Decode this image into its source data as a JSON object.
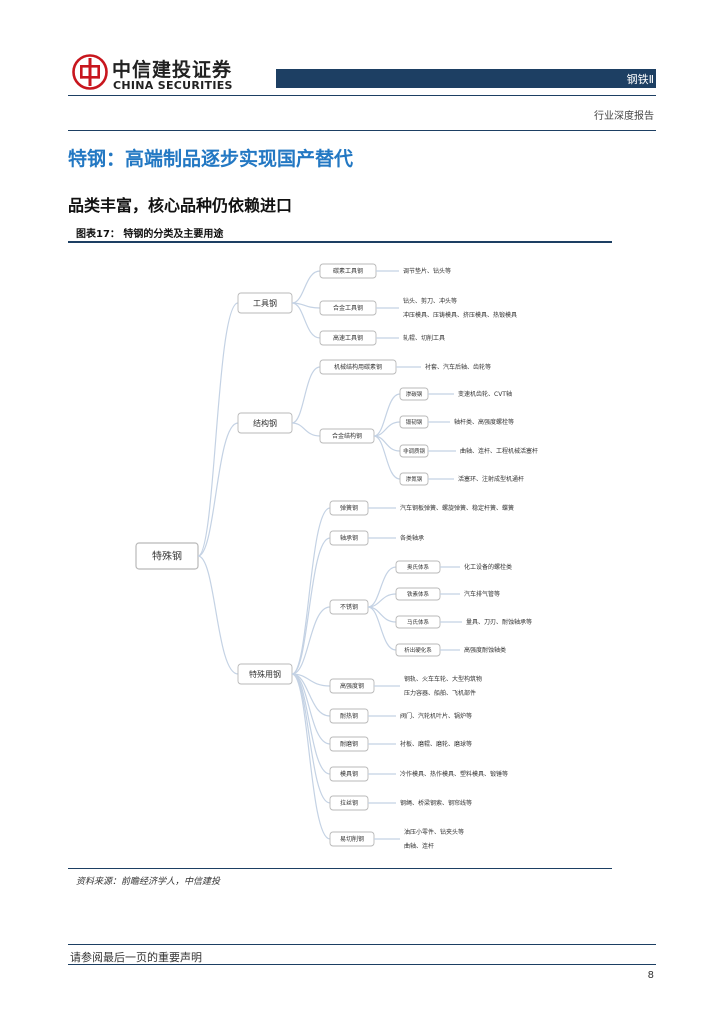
{
  "header": {
    "logo_cn": "中信建投证券",
    "logo_en": "CHINA SECURITIES",
    "section": "钢铁Ⅱ",
    "report_type": "行业深度报告"
  },
  "section_title": "特钢：高端制品逐步实现国产替代",
  "subsection_title": "品类丰富，核心品种仍依赖进口",
  "figure": {
    "label": "图表17：  特钢的分类及主要用途",
    "source": "资料来源：前瞻经济学人，中信建投"
  },
  "mindmap": {
    "root": "特殊钢",
    "groups": [
      {
        "label": "工具钢",
        "children": [
          {
            "label": "碳素工具钢",
            "uses": [
              "调节垫片、钻头等"
            ]
          },
          {
            "label": "合金工具钢",
            "uses": [
              "钻头、剪刀、冲头等",
              "冲压模具、压铸模具、挤压模具、热锻模具"
            ]
          },
          {
            "label": "高速工具钢",
            "uses": [
              "轧辊、切削工具"
            ]
          }
        ]
      },
      {
        "label": "结构钢",
        "children": [
          {
            "label": "机械结构用碳素钢",
            "uses": [
              "衬套、汽车后轴、齿轮等"
            ]
          },
          {
            "label": "合金结构钢",
            "children": [
              {
                "label": "渗碳钢",
                "uses": [
                  "变速机齿轮、CVT轴"
                ]
              },
              {
                "label": "锻韧钢",
                "uses": [
                  "轴杆类、高强度螺栓等"
                ]
              },
              {
                "label": "非调质钢",
                "uses": [
                  "曲轴、连杆、工程机械活塞杆"
                ]
              },
              {
                "label": "渗氮钢",
                "uses": [
                  "活塞环、注射成型机通杆"
                ]
              }
            ]
          }
        ]
      },
      {
        "label": "特殊用钢",
        "children": [
          {
            "label": "弹簧钢",
            "uses": [
              "汽车钢板弹簧、螺旋弹簧、稳定杆簧、蝶簧"
            ]
          },
          {
            "label": "轴承钢",
            "uses": [
              "各类轴承"
            ]
          },
          {
            "label": "不锈钢",
            "children": [
              {
                "label": "奥氏体系",
                "uses": [
                  "化工设备的螺栓类"
                ]
              },
              {
                "label": "铁素体系",
                "uses": [
                  "汽车排气管等"
                ]
              },
              {
                "label": "马氏体系",
                "uses": [
                  "量具、刀刃、耐蚀轴承等"
                ]
              },
              {
                "label": "析出硬化系",
                "uses": [
                  "高强度耐蚀轴类"
                ]
              }
            ]
          },
          {
            "label": "高强度钢",
            "uses": [
              "钢轨、火车车轮、大型构筑物",
              "压力容器、船舶、飞机部件"
            ]
          },
          {
            "label": "耐热钢",
            "uses": [
              "阀门、汽轮机叶片、锅炉等"
            ]
          },
          {
            "label": "耐磨钢",
            "uses": [
              "衬板、磨辊、磨轮、磨球等"
            ]
          },
          {
            "label": "模具钢",
            "uses": [
              "冷作模具、热作模具、塑料模具、锻锤等"
            ]
          },
          {
            "label": "拉丝钢",
            "uses": [
              "钢绳、桥梁钢索、钢帘线等"
            ]
          },
          {
            "label": "易切削钢",
            "uses": [
              "油压小零件、钻夹头等",
              "曲轴、连杆"
            ]
          }
        ]
      }
    ]
  },
  "footer": {
    "disclaimer": "请参阅最后一页的重要声明",
    "page_number": "8"
  },
  "colors": {
    "navy": "#1d3f63",
    "title_blue": "#2378c3",
    "logo_red": "#c8161e",
    "node_border": "#b9b9b9",
    "link": "#c4d2e4"
  }
}
